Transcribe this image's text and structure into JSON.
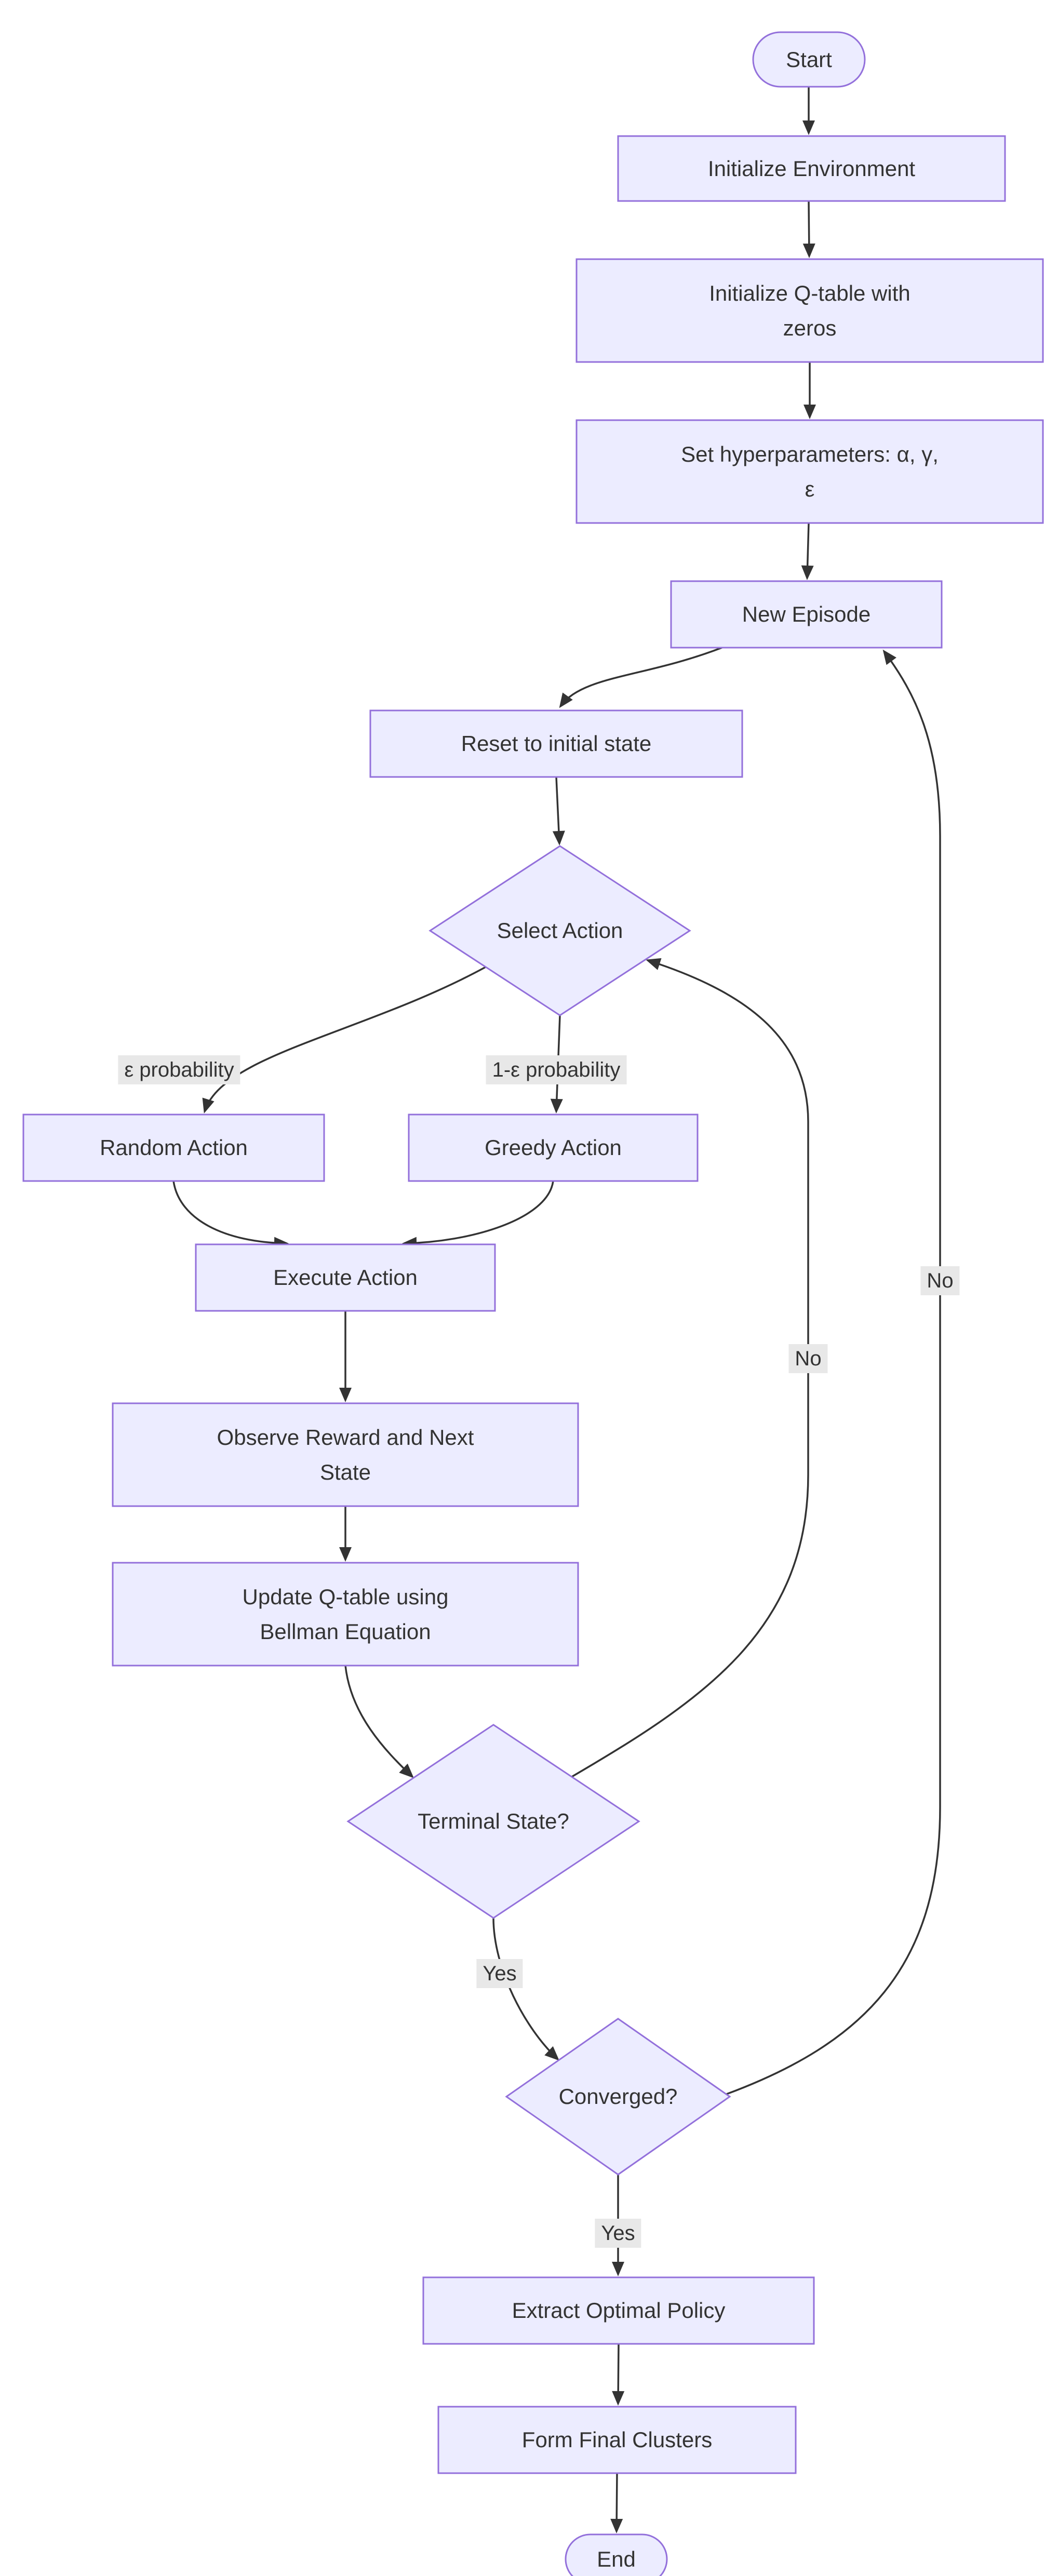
{
  "diagram": {
    "type": "flowchart",
    "colors": {
      "background": "#ffffff",
      "node_fill": "#ECECFF",
      "node_border": "#9370DB",
      "edge": "#333333",
      "text": "#333333",
      "edge_label_bg": "#e8e8e8"
    },
    "nodes": [
      {
        "id": "start",
        "shape": "stadium",
        "label": "Start"
      },
      {
        "id": "init_env",
        "shape": "rect",
        "label": "Initialize Environment"
      },
      {
        "id": "init_q",
        "shape": "rect",
        "label": "Initialize Q-table with\nzeros"
      },
      {
        "id": "hyper",
        "shape": "rect",
        "label": "Set hyperparameters: α, γ,\nε"
      },
      {
        "id": "new_episode",
        "shape": "rect",
        "label": "New Episode"
      },
      {
        "id": "reset",
        "shape": "rect",
        "label": "Reset to initial state"
      },
      {
        "id": "select_action",
        "shape": "diamond",
        "label": "Select Action"
      },
      {
        "id": "random_action",
        "shape": "rect",
        "label": "Random Action"
      },
      {
        "id": "greedy_action",
        "shape": "rect",
        "label": "Greedy Action"
      },
      {
        "id": "execute",
        "shape": "rect",
        "label": "Execute Action"
      },
      {
        "id": "observe",
        "shape": "rect",
        "label": "Observe Reward and Next\nState"
      },
      {
        "id": "update_q",
        "shape": "rect",
        "label": "Update Q-table using\nBellman Equation"
      },
      {
        "id": "terminal",
        "shape": "diamond",
        "label": "Terminal State?"
      },
      {
        "id": "converged",
        "shape": "diamond",
        "label": "Converged?"
      },
      {
        "id": "extract",
        "shape": "rect",
        "label": "Extract Optimal Policy"
      },
      {
        "id": "form_clusters",
        "shape": "rect",
        "label": "Form Final Clusters"
      },
      {
        "id": "end",
        "shape": "stadium",
        "label": "End"
      }
    ],
    "edges": [
      {
        "from": "start",
        "to": "init_env",
        "label": null
      },
      {
        "from": "init_env",
        "to": "init_q",
        "label": null
      },
      {
        "from": "init_q",
        "to": "hyper",
        "label": null
      },
      {
        "from": "hyper",
        "to": "new_episode",
        "label": null
      },
      {
        "from": "new_episode",
        "to": "reset",
        "label": null
      },
      {
        "from": "reset",
        "to": "select_action",
        "label": null
      },
      {
        "from": "select_action",
        "to": "random_action",
        "label": "ε probability"
      },
      {
        "from": "select_action",
        "to": "greedy_action",
        "label": "1-ε probability"
      },
      {
        "from": "random_action",
        "to": "execute",
        "label": null
      },
      {
        "from": "greedy_action",
        "to": "execute",
        "label": null
      },
      {
        "from": "execute",
        "to": "observe",
        "label": null
      },
      {
        "from": "observe",
        "to": "update_q",
        "label": null
      },
      {
        "from": "update_q",
        "to": "terminal",
        "label": null
      },
      {
        "from": "terminal",
        "to": "select_action",
        "label": "No"
      },
      {
        "from": "terminal",
        "to": "converged",
        "label": "Yes"
      },
      {
        "from": "converged",
        "to": "new_episode",
        "label": "No"
      },
      {
        "from": "converged",
        "to": "extract",
        "label": "Yes"
      },
      {
        "from": "extract",
        "to": "form_clusters",
        "label": null
      },
      {
        "from": "form_clusters",
        "to": "end",
        "label": null
      }
    ]
  }
}
